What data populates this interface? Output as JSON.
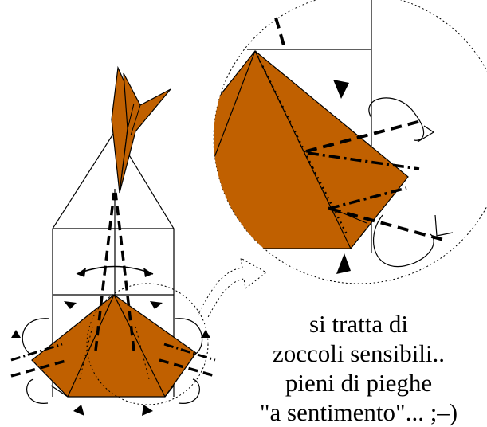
{
  "colors": {
    "paper_fill": "#c06000",
    "line": "#000000",
    "background": "#ffffff"
  },
  "caption": {
    "line1": "si tratta di",
    "line2": "zoccoli sensibili..",
    "line3": "pieni di pieghe",
    "line4": "\"a sentimento\"... ;–)"
  }
}
